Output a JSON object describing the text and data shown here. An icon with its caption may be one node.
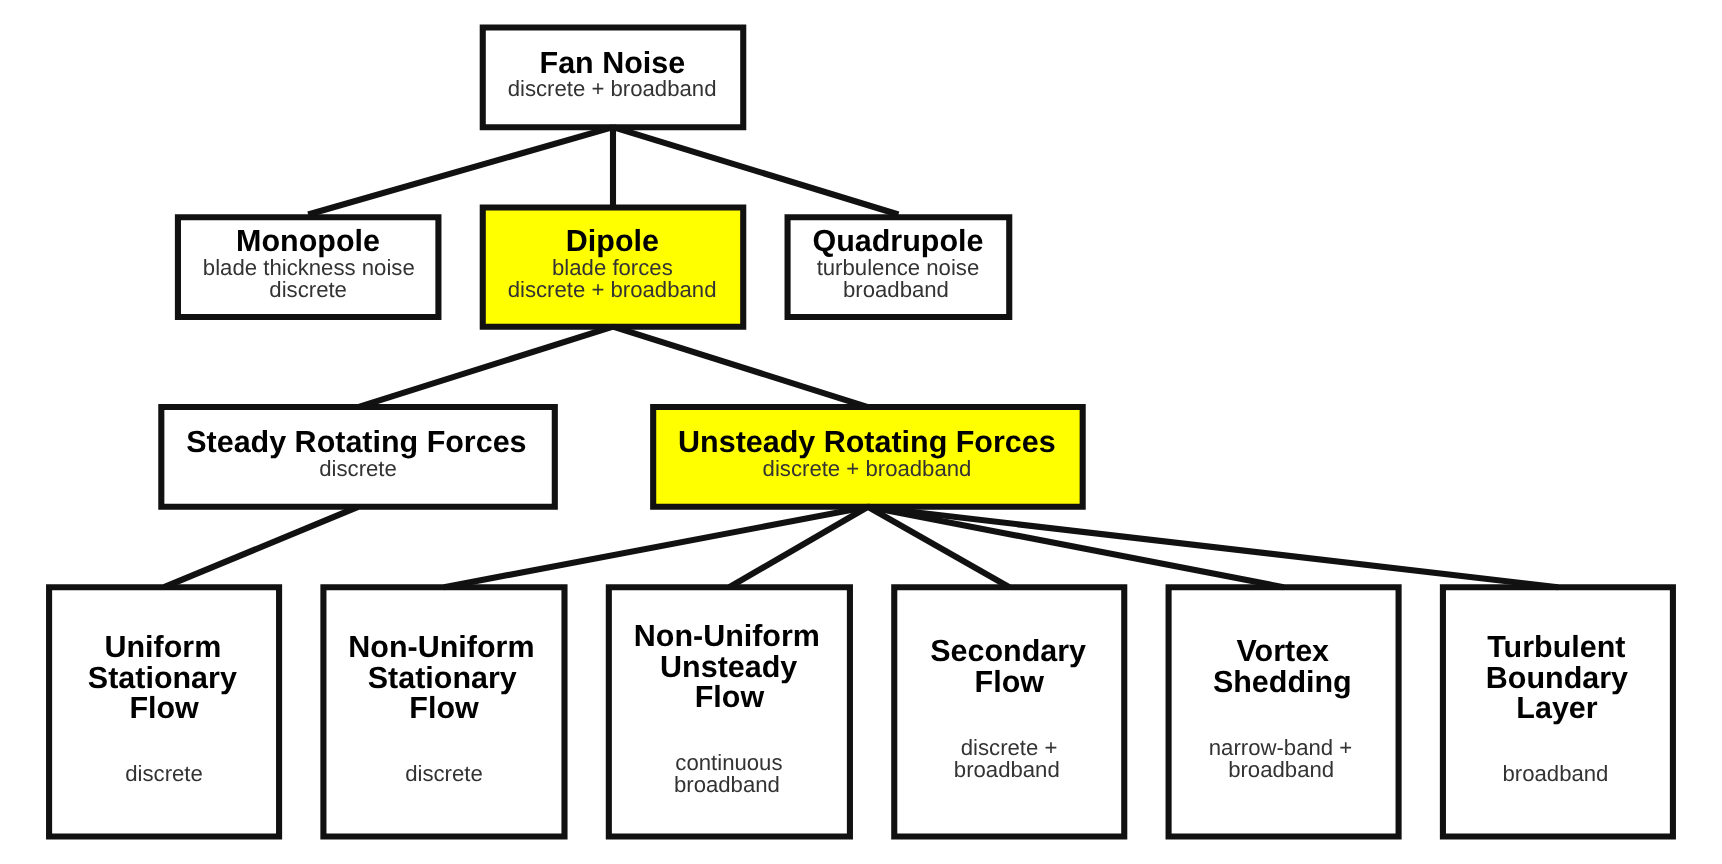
{
  "diagram": {
    "nodes": [
      {
        "text": [
          "Fan Noise",
          "discrete + broadband"
        ]
      },
      {
        "text": [
          "Monopole",
          "blade thickness noise",
          "discrete"
        ]
      },
      {
        "text": [
          "Dipole",
          "blade forces",
          "discrete + broadband"
        ]
      },
      {
        "text": [
          "Quadrupole",
          "turbulence noise",
          "broadband"
        ]
      },
      {
        "text": [
          "Steady Rotating Forces",
          "discrete"
        ]
      },
      {
        "text": [
          "Unsteady Rotating Forces",
          "discrete + broadband"
        ]
      },
      {
        "text": [
          "Uniform Stationary Flow",
          "discrete"
        ]
      },
      {
        "text": [
          "Non-Uniform Stationary Flow",
          "discrete"
        ]
      },
      {
        "text": [
          "Non-Uniform Unsteady Flow",
          "continuous broadband"
        ]
      },
      {
        "text": [
          "Secondary Flow",
          "discrete + broadband"
        ]
      },
      {
        "text": [
          "Vortex Shedding",
          "narrow-band + broadband"
        ]
      },
      {
        "text": [
          "Turbulent Boundary Layer",
          "broadband"
        ]
      }
    ],
    "edges": [
      {
        "from": 0,
        "to": 1,
        "arrow": "none"
      },
      {
        "from": 0,
        "to": 2,
        "arrow": "none"
      },
      {
        "from": 0,
        "to": 3,
        "arrow": "none"
      },
      {
        "from": 2,
        "to": 4,
        "arrow": "none"
      },
      {
        "from": 2,
        "to": 5,
        "arrow": "none"
      },
      {
        "from": 4,
        "to": 6,
        "arrow": "none"
      },
      {
        "from": 5,
        "to": 7,
        "arrow": "none"
      },
      {
        "from": 5,
        "to": 8,
        "arrow": "none"
      },
      {
        "from": 5,
        "to": 9,
        "arrow": "none"
      },
      {
        "from": 5,
        "to": 10,
        "arrow": "none"
      },
      {
        "from": 5,
        "to": 11,
        "arrow": "none"
      }
    ]
  }
}
